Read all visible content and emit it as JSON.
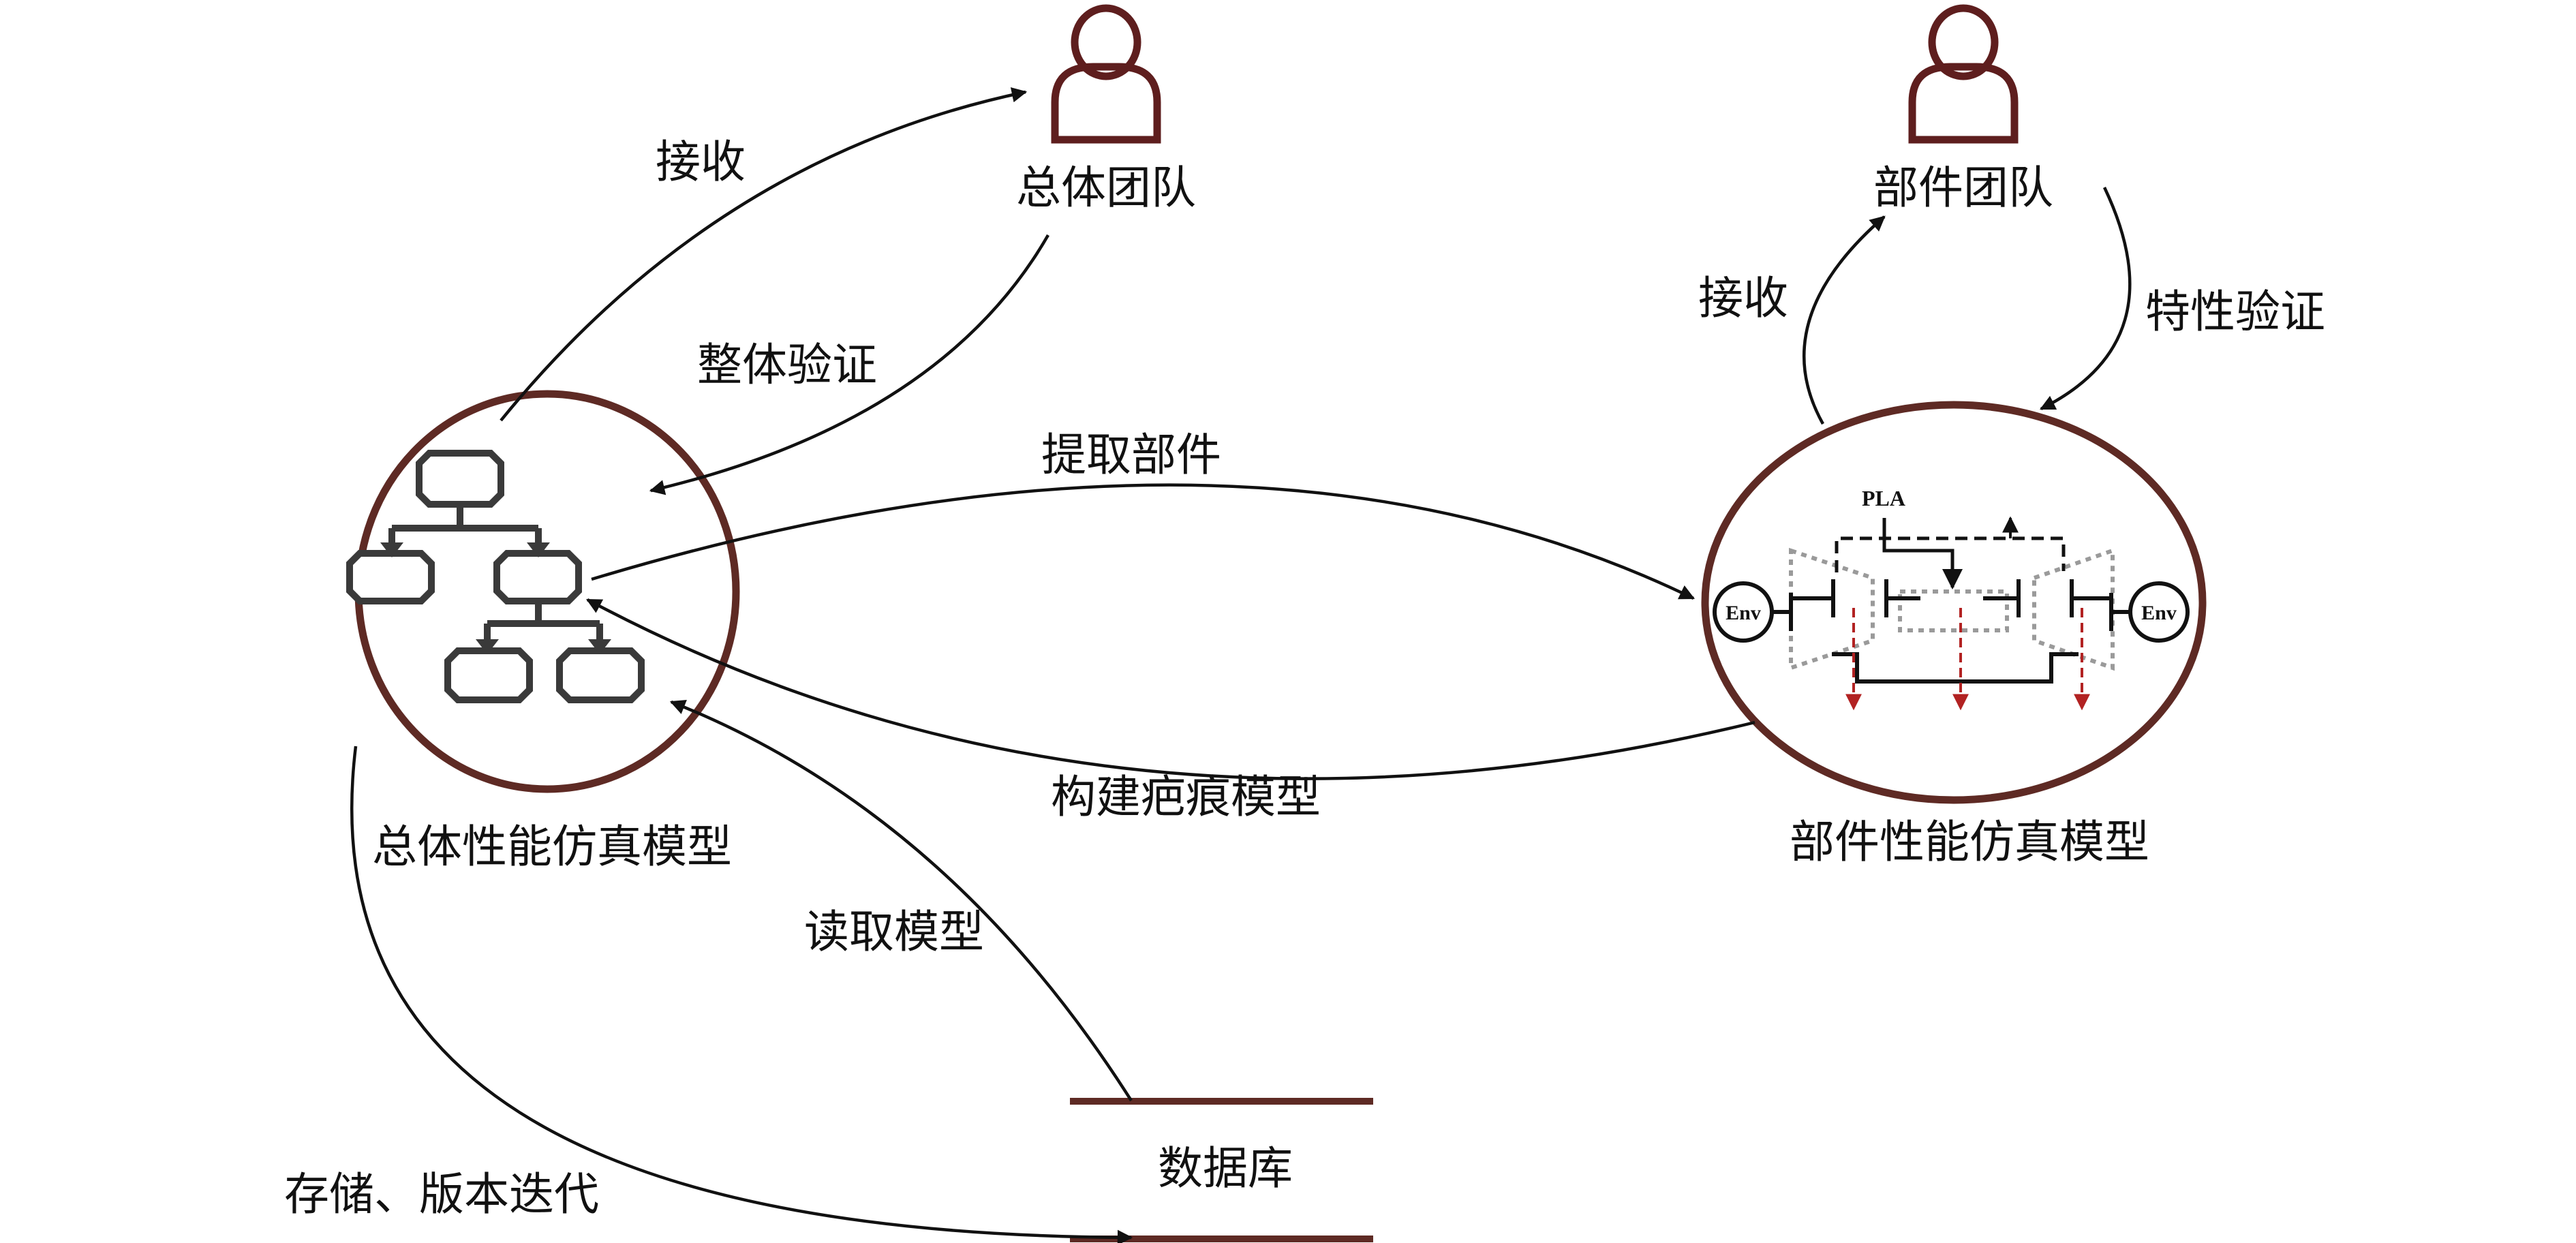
{
  "labels": {
    "overall_team": "总体团队",
    "component_team": "部件团队",
    "overall_model": "总体性能仿真模型",
    "component_model": "部件性能仿真模型",
    "database": "数据库"
  },
  "edges": {
    "receive_overall": "接收",
    "overall_verify": "整体验证",
    "receive_component": "接收",
    "property_verify": "特性验证",
    "extract_component": "提取部件",
    "build_scar_model": "构建疤痕模型",
    "read_model": "读取模型",
    "store_iterate": "存储、版本迭代"
  },
  "schematic": {
    "pla": "PLA",
    "env_left": "Env",
    "env_right": "Env"
  },
  "colors": {
    "node_border": "#5e2a24",
    "person_icon": "#5e1e1e",
    "flowchart": "#3a3a3a",
    "edge": "#111111",
    "dashed_red": "#b22222",
    "dotted_gray": "#9a9a9a"
  }
}
